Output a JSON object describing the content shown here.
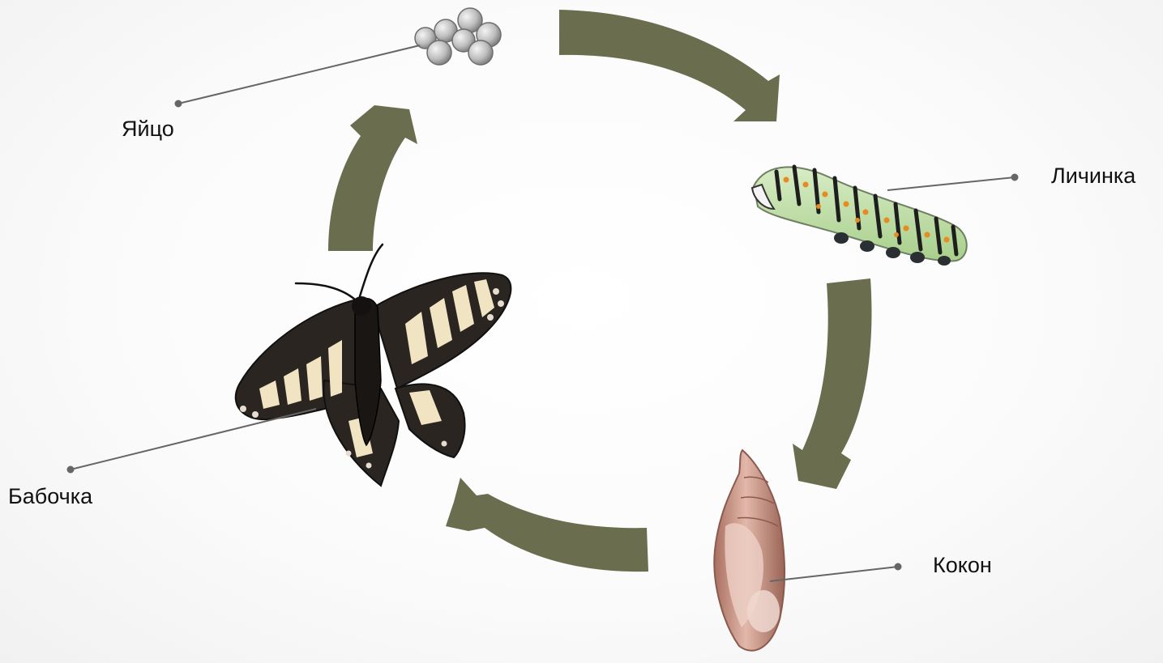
{
  "diagram": {
    "stages": [
      {
        "id": "egg",
        "label": "Яйцо"
      },
      {
        "id": "larva",
        "label": "Личинка"
      },
      {
        "id": "pupa",
        "label": "Кокон"
      },
      {
        "id": "butterfly",
        "label": "Бабочка"
      }
    ],
    "colors": {
      "arrow": "#6b6e4e",
      "leader_line": "#666666",
      "label_text": "#111111",
      "egg": "#b8b8b8",
      "larva_body": "#b9dca0",
      "larva_stripe": "#1e1e1e",
      "larva_spot": "#e88a1e",
      "pupa": "#c8978a",
      "butterfly_wing": "#2b2521",
      "butterfly_pattern": "#f1e4c3"
    }
  }
}
